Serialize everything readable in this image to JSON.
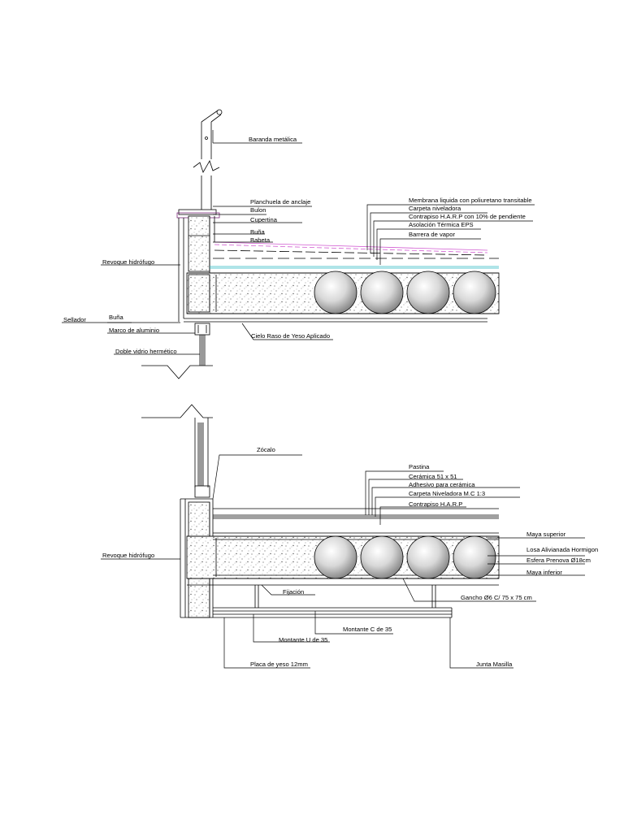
{
  "upper_detail": {
    "labels": {
      "baranda": "Baranda metálica",
      "planchuela": "Planchuela de anclaje",
      "bulon": "Bulon",
      "cupertina": "Cupertina",
      "buna_top": "Buña",
      "babeta": "Babeta",
      "revoque": "Revoque hidrófugo",
      "sellador": "Sellador",
      "buna_bottom": "Buña",
      "marco": "Marco de aluminio",
      "vidrio": "Doble vidrio hermético",
      "cielo": "Cielo Raso de Yeso Aplicado",
      "membrana": "Membrana liquida con poliuretano transitable",
      "carpeta": "Carpeta niveladora",
      "contrapiso": "Contrapiso  H.A.R.P con 10% de pendiente",
      "aislacion": "Asolación Térmica EPS",
      "barrera": "Barrera de vapor"
    }
  },
  "lower_detail": {
    "labels": {
      "zocalo": "Zócalo",
      "pastina": "Pastina",
      "ceramica": "Cerámica 51 x 51",
      "adhesivo": "Adhesivo para cerámica",
      "carpeta": "Carpeta Niveladora M.C 1:3",
      "contrapiso": "Contrapiso  H.A.R.P",
      "maya_sup": "Maya superior",
      "losa": "Losa Alivianada Hormigon",
      "esfera": "Esfera Prenova  Ø18cm",
      "maya_inf": "Maya inferior",
      "revoque": "Revoque hidrófugo",
      "fijacion": "Fijación",
      "gancho": "Gancho Ø6 C/ 75 x 75 cm",
      "montante_c": "Montante C de 35",
      "montante_u": "Montante U de 35",
      "placa": "Placa de yeso 12mm",
      "junta": "Junta  Masilla"
    }
  },
  "colors": {
    "line": "#000000",
    "membrane": "#d15ad1",
    "insulation": "#2ab8c2",
    "concrete_speckle": "#555555"
  }
}
